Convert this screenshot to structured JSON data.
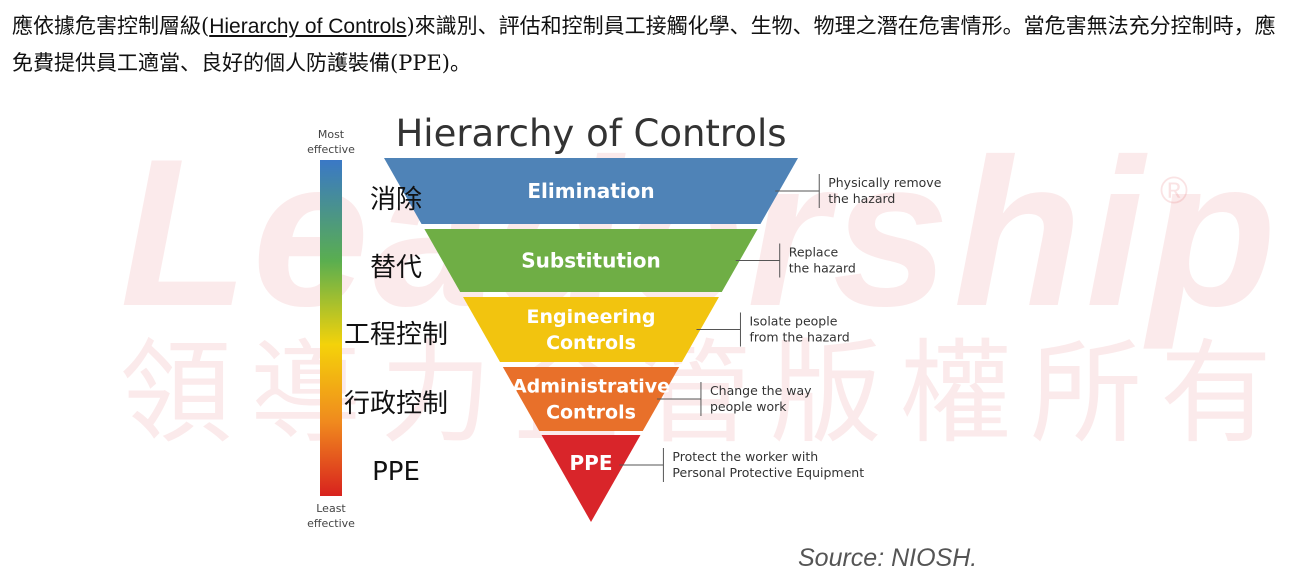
{
  "watermark": {
    "latin": "Leadership",
    "registered": "®",
    "cjk": "領導力企管版權所有"
  },
  "intro": {
    "before": "應依據危害控制層級(",
    "link": "Hierarchy of Controls",
    "after": ")來識別、評估和控制員工接觸化學、生物、物理之潛在危害情形。當危害無法充分控制時，應免費提供員工適當、良好的個人防護裝備(PPE)。"
  },
  "diagram": {
    "title": "Hierarchy of Controls",
    "scale_top": [
      "Most",
      "effective"
    ],
    "scale_bottom": [
      "Least",
      "effective"
    ],
    "levels": [
      {
        "label_lines": [
          "Elimination"
        ],
        "chinese": "消除",
        "note_lines": [
          "Physically remove",
          "the hazard"
        ],
        "color": "#4f83b7"
      },
      {
        "label_lines": [
          "Substitution"
        ],
        "chinese": "替代",
        "note_lines": [
          "Replace",
          "the hazard"
        ],
        "color": "#6fae45"
      },
      {
        "label_lines": [
          "Engineering",
          "Controls"
        ],
        "chinese": "工程控制",
        "note_lines": [
          "Isolate people",
          "from the hazard"
        ],
        "color": "#f2c40f"
      },
      {
        "label_lines": [
          "Administrative",
          "Controls"
        ],
        "chinese": "行政控制",
        "note_lines": [
          "Change the way",
          "people work"
        ],
        "color": "#e8702a"
      },
      {
        "label_lines": [
          "PPE"
        ],
        "chinese": "PPE",
        "note_lines": [
          "Protect the worker with",
          "Personal Protective Equipment"
        ],
        "color": "#d9252a"
      }
    ],
    "gradient_colors": [
      "#3a78c6",
      "#5aae50",
      "#f4d20a",
      "#f08a1e",
      "#d8221e"
    ]
  },
  "source": "Source: NIOSH."
}
